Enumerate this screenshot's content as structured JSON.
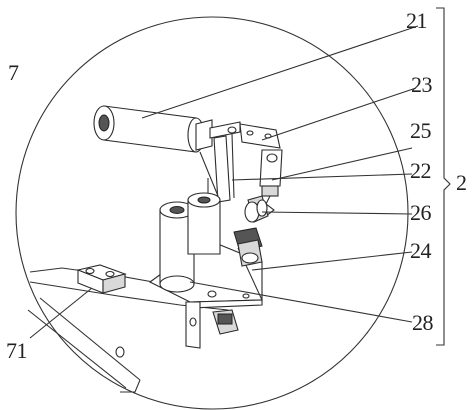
{
  "labels": {
    "l21": "21",
    "l23": "23",
    "l25": "25",
    "l22": "22",
    "l2": "2",
    "l26": "26",
    "l24": "24",
    "l28": "28",
    "l7": "7",
    "l71": "71"
  }
}
